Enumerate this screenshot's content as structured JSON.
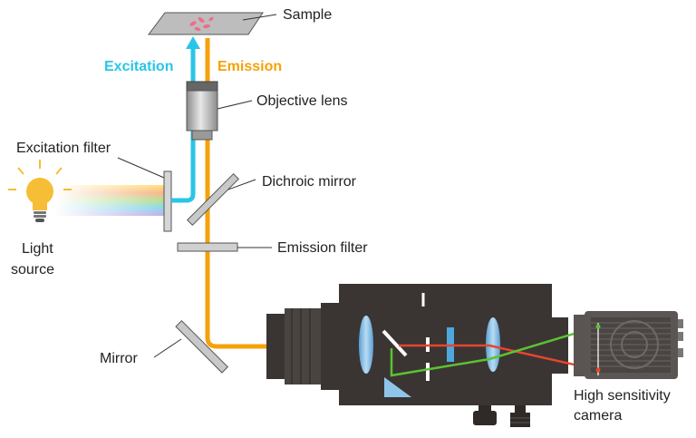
{
  "labels": {
    "sample": "Sample",
    "excitation": "Excitation",
    "emission": "Emission",
    "objective_lens": "Objective lens",
    "excitation_filter": "Excitation filter",
    "dichroic_mirror": "Dichroic mirror",
    "light_source_line1": "Light",
    "light_source_line2": "source",
    "emission_filter": "Emission filter",
    "mirror": "Mirror",
    "camera_line1": "High sensitivity",
    "camera_line2": "camera"
  },
  "colors": {
    "excitation": "#29c6e8",
    "emission": "#f5a20a",
    "green_path": "#5cc232",
    "red_path": "#e8452c",
    "housing": "#3a3533",
    "lens": "#7fb6dd",
    "filter_gray": "#c8c8c8",
    "bulb": "#f6bd36"
  },
  "icons": {
    "light_source": "light-bulb-icon",
    "camera": "camera-icon"
  }
}
